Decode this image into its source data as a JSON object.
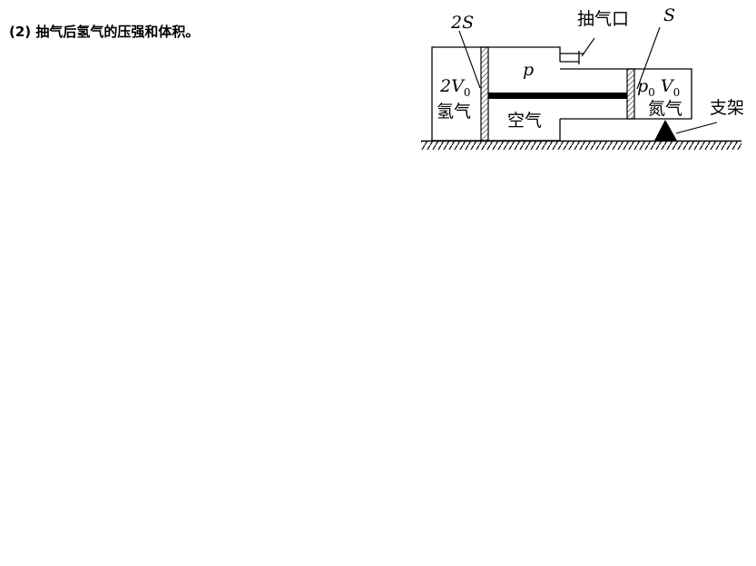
{
  "question": {
    "text": "(2) 抽气后氢气的压强和体积。"
  },
  "diagram": {
    "labels": {
      "left_area": "2S",
      "outlet": "抽气口",
      "right_area": "S",
      "pressure_p": "p",
      "hydrogen_volume": "2V",
      "hydrogen_volume_sub": "0",
      "hydrogen": "氢气",
      "air": "空气",
      "nitrogen_pressure": "p",
      "nitrogen_pressure_sub": "0",
      "nitrogen_volume": "V",
      "nitrogen_volume_sub": "0",
      "nitrogen": "氮气",
      "support": "支架"
    }
  }
}
